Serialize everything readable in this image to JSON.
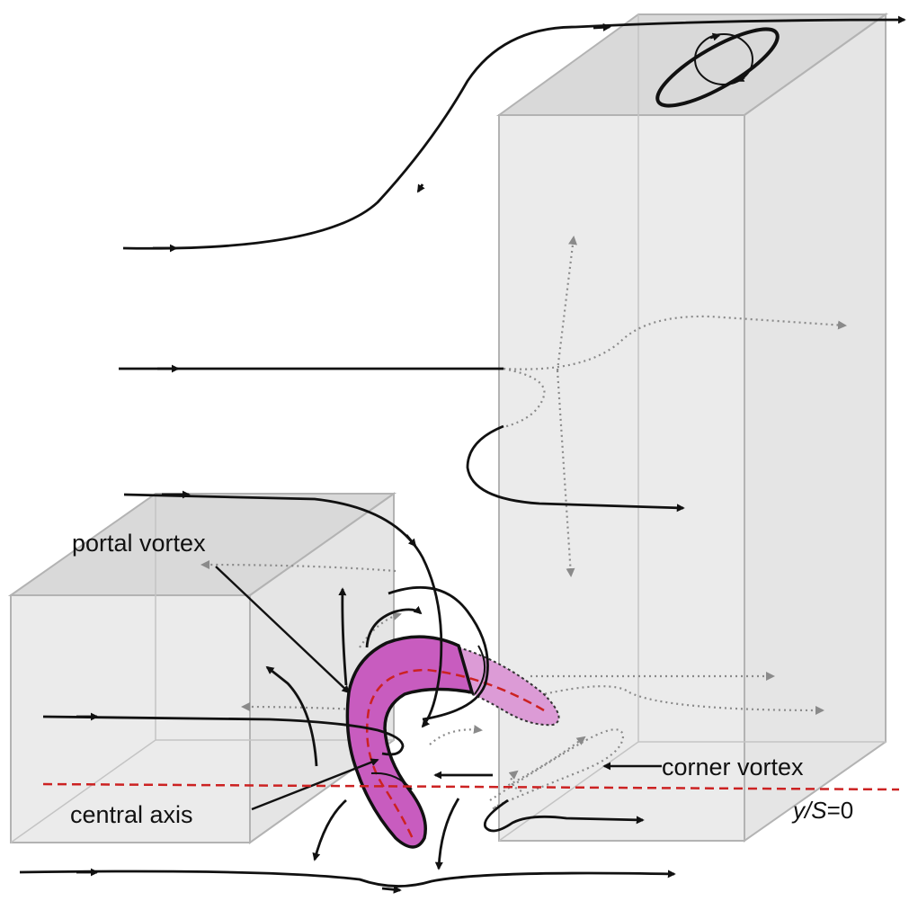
{
  "labels": {
    "portal_vortex": "portal vortex",
    "central_axis": "central axis",
    "corner_vortex": "corner vortex",
    "y_over_s_var": "y/S",
    "y_over_s_eq": "=0"
  },
  "colors": {
    "streamline": "#111111",
    "hidden_streamline": "#8a8a8a",
    "box_fill": "#e4e4e4",
    "box_edge": "#b3b3b3",
    "vortex_fill": "#c85cbf",
    "vortex_tail": "#dc9bd6",
    "centerline": "#cc2222"
  }
}
